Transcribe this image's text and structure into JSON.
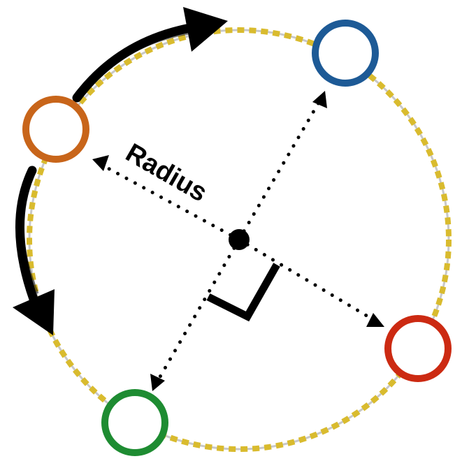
{
  "diagram": {
    "radius_label": "Radius",
    "colors": {
      "circle_dash": "#D9BB2E",
      "circle_underline": "#C8C8C8",
      "node_top_left": "#C8651A",
      "node_top_right": "#1D5A96",
      "node_bottom_right": "#CC2A12",
      "node_bottom_left": "#1E8C32",
      "arrows": "#000000",
      "center": "#000000"
    },
    "nodes": [
      {
        "name": "orange-node",
        "color_key": "node_top_left"
      },
      {
        "name": "blue-node",
        "color_key": "node_top_right"
      },
      {
        "name": "red-node",
        "color_key": "node_bottom_right"
      },
      {
        "name": "green-node",
        "color_key": "node_bottom_left"
      }
    ]
  }
}
